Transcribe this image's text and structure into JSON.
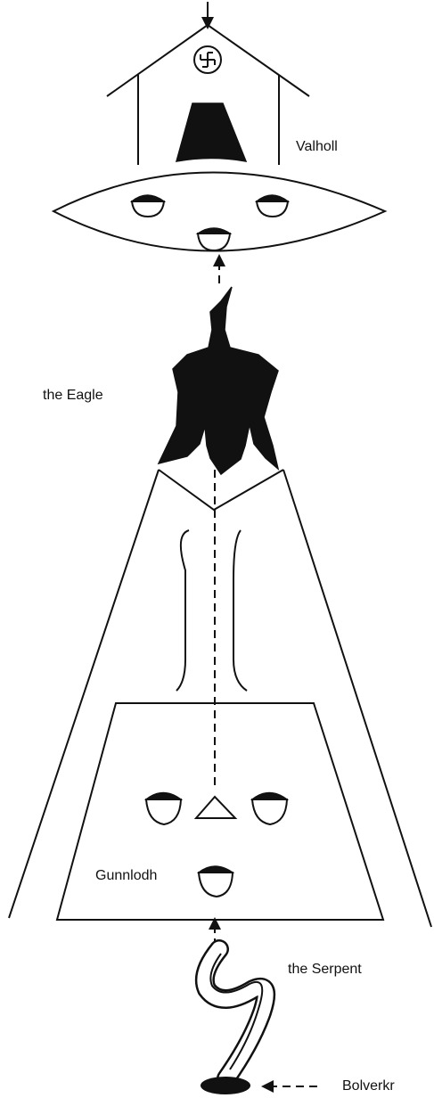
{
  "labels": {
    "valholl": "Valholl",
    "eagle": "the Eagle",
    "gunnlodh": "Gunnlodh",
    "serpent": "the Serpent",
    "bolverkr": "Bolverkr"
  },
  "icons": [
    "swastika-icon",
    "cup-icon",
    "triangle-icon"
  ],
  "colors": {
    "ink": "#111111",
    "paper": "#ffffff"
  }
}
